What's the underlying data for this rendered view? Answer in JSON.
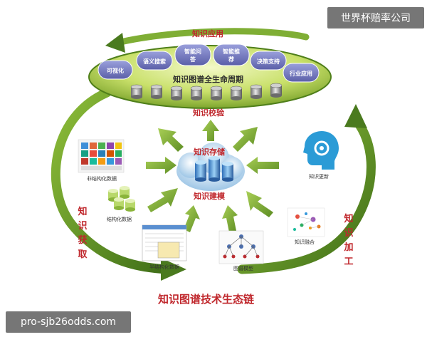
{
  "top_label": "知识应用",
  "platform_label": "知识图谱全生命周期",
  "apps": [
    "可视化",
    "语义搜索",
    "智能问答",
    "智能推荐",
    "决策支持",
    "行业应用"
  ],
  "verify_label": "知识校验",
  "storage_label": "知识存储",
  "modeling_label": "知识建模",
  "sources": {
    "unstructured": "非结构化数据",
    "structured": "结构化数据",
    "semistructured": "半结构化数据",
    "graph_model": "图谱模型",
    "fusion": "知识融合",
    "update": "知识更新"
  },
  "acquire_label": "知识获取",
  "process_label": "知识加工",
  "bottom_title": "知识图谱技术生态链",
  "watermark_top": "世界杯赔率公司",
  "watermark_bottom": "pro-sjb26odds.com",
  "colors": {
    "green_dark": "#4a7a1e",
    "green_light": "#a8cc52",
    "red_text": "#c0282d",
    "pill_purple": "#6b6fb5"
  }
}
